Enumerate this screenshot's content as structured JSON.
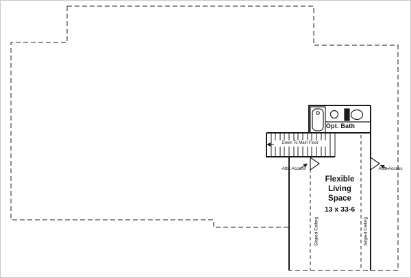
{
  "plan": {
    "background_color": "#ffffff",
    "line_color": "#1a1a1a",
    "room": {
      "name": "Flexible Living Space",
      "dimensions": "13 x 33-6"
    },
    "stairs": {
      "label": "Down To Main Floor"
    },
    "bath": {
      "label": "Opt. Bath"
    },
    "attic_access": {
      "label": "Attic Access"
    },
    "sloped_ceiling": {
      "label": "Sloped Ceiling"
    }
  }
}
